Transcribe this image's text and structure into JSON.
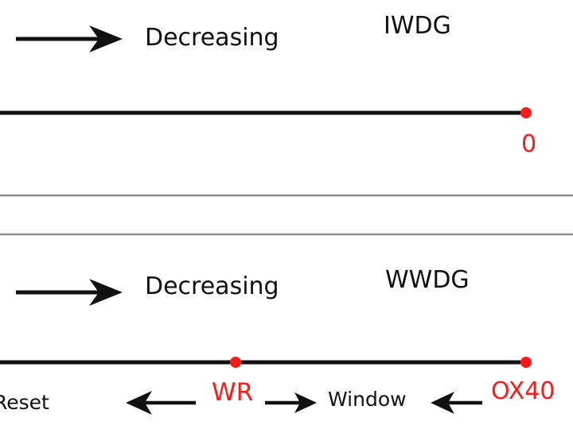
{
  "iwdg": {
    "title": "IWDG",
    "direction_label": "Decreasing",
    "end_marker_label": "0"
  },
  "wwdg": {
    "title": "WWDG",
    "direction_label": "Decreasing",
    "window_marker_label": "WR",
    "start_marker_label": "OX40",
    "left_label": "Reset",
    "middle_label": "Window"
  },
  "colors": {
    "line": "#111111",
    "marker": "#ff1a1a",
    "separator": "#8c8c8c",
    "background": "#ffffff"
  }
}
